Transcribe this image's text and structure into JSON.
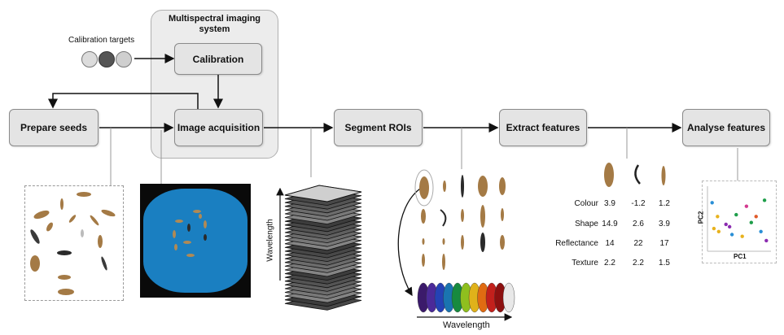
{
  "imaging_system": {
    "title_line1": "Multispectral imaging",
    "title_line2": "system"
  },
  "calibration_targets_label": "Calibration targets",
  "steps": {
    "calibration": "Calibration",
    "prepare_seeds": "Prepare seeds",
    "image_acquisition": "Image acquisition",
    "segment_rois": "Segment ROIs",
    "extract_features": "Extract features",
    "analyse_features": "Analyse features"
  },
  "axis_labels": {
    "stack_wavelength": "Wavelength",
    "spectrum_wavelength": "Wavelength",
    "pc1": "PC1",
    "pc2": "PC2"
  },
  "feature_table": {
    "rows": [
      {
        "label": "Colour",
        "values": [
          "3.9",
          "-1.2",
          "1.2"
        ]
      },
      {
        "label": "Shape",
        "values": [
          "14.9",
          "2.6",
          "3.9"
        ]
      },
      {
        "label": "Reflectance",
        "values": [
          "14",
          "22",
          "17"
        ]
      },
      {
        "label": "Texture",
        "values": [
          "2.2",
          "2.2",
          "1.5"
        ]
      }
    ]
  },
  "colors": {
    "box_fill": "#e4e4e4",
    "acquisition_background": "#1a7fc1",
    "seed_brown": "#a47a45",
    "spectrum": [
      "#3b1a6b",
      "#4b2a99",
      "#2442b5",
      "#1a74b0",
      "#178a3f",
      "#8fbf1e",
      "#e0b21a",
      "#e06b12",
      "#c2201c",
      "#8c1010",
      "#e8e8e8"
    ]
  },
  "scatter_points": [
    {
      "pc1": 0.05,
      "pc2": 0.78,
      "color": "#2a8fd6"
    },
    {
      "pc1": 0.14,
      "pc2": 0.55,
      "color": "#e8b21d"
    },
    {
      "pc1": 0.08,
      "pc2": 0.35,
      "color": "#e8b21d"
    },
    {
      "pc1": 0.16,
      "pc2": 0.3,
      "color": "#e8b21d"
    },
    {
      "pc1": 0.28,
      "pc2": 0.42,
      "color": "#8b2bb0"
    },
    {
      "pc1": 0.34,
      "pc2": 0.38,
      "color": "#8b2bb0"
    },
    {
      "pc1": 0.38,
      "pc2": 0.25,
      "color": "#2a8fd6"
    },
    {
      "pc1": 0.45,
      "pc2": 0.58,
      "color": "#1e9e4a"
    },
    {
      "pc1": 0.55,
      "pc2": 0.22,
      "color": "#e8b21d"
    },
    {
      "pc1": 0.62,
      "pc2": 0.72,
      "color": "#d43a8f"
    },
    {
      "pc1": 0.7,
      "pc2": 0.45,
      "color": "#1e9e4a"
    },
    {
      "pc1": 0.78,
      "pc2": 0.55,
      "color": "#e05a2a"
    },
    {
      "pc1": 0.86,
      "pc2": 0.3,
      "color": "#2a8fd6"
    },
    {
      "pc1": 0.92,
      "pc2": 0.82,
      "color": "#1e9e4a"
    },
    {
      "pc1": 0.95,
      "pc2": 0.15,
      "color": "#8b2bb0"
    }
  ]
}
